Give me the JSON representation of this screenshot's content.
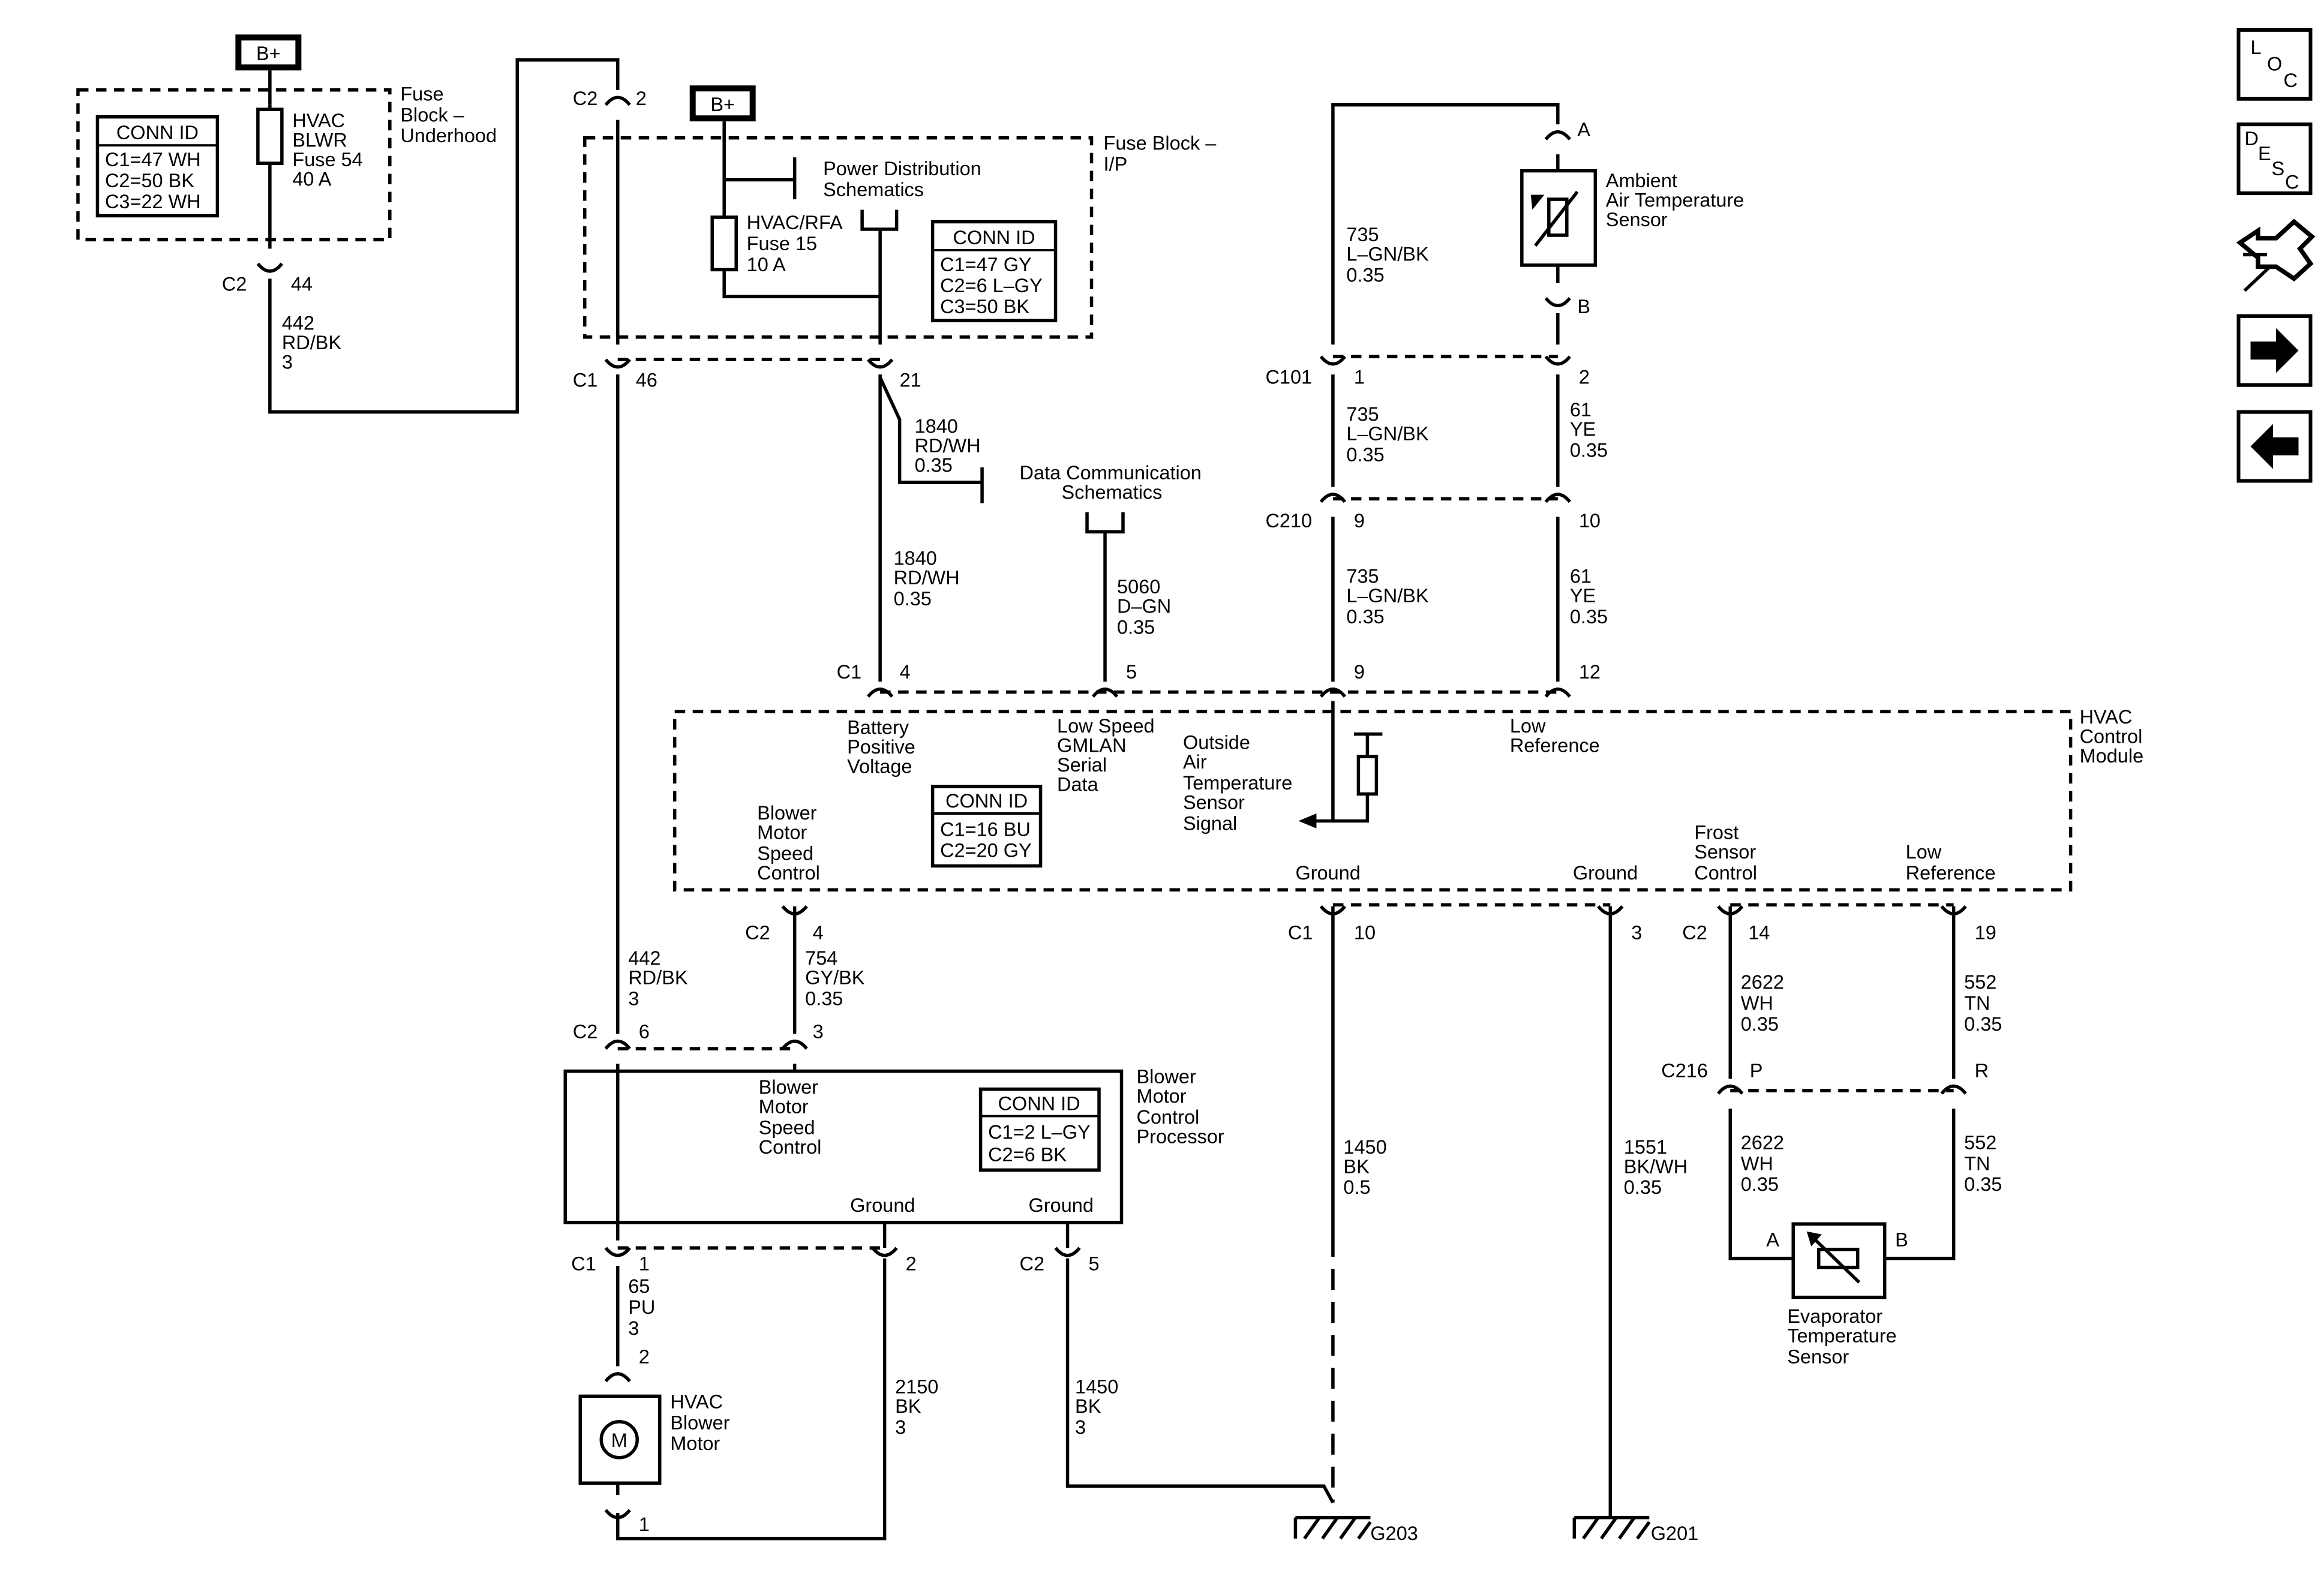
{
  "power": {
    "bplus": "B+"
  },
  "fuse_block_underhood": {
    "title": [
      "Fuse",
      "Block –",
      "Underhood"
    ],
    "conn_header": "CONN ID",
    "conn": [
      "C1=47 WH",
      "C2=50 BK",
      "C3=22 WH"
    ],
    "fuse": [
      "HVAC",
      "BLWR",
      "Fuse 54",
      "40 A"
    ]
  },
  "fuse_block_ip": {
    "title": [
      "Fuse Block –",
      "I/P"
    ],
    "fuse": [
      "HVAC/RFA",
      "Fuse 15",
      "10 A"
    ],
    "power_dist": [
      "Power Distribution",
      "Schematics"
    ],
    "conn_header": "CONN ID",
    "conn": [
      "C1=47 GY",
      "C2=6 L–GY",
      "C3=50 BK"
    ]
  },
  "data_comm": [
    "Data Communication",
    "Schematics"
  ],
  "ambient_sensor": [
    "Ambient",
    "Air Temperature",
    "Sensor"
  ],
  "hvac_module": {
    "title": [
      "HVAC",
      "Control",
      "Module"
    ],
    "conn_header": "CONN ID",
    "conn": [
      "C1=16 BU",
      "C2=20 GY"
    ],
    "battery": [
      "Battery",
      "Positive",
      "Voltage"
    ],
    "gmlan": [
      "Low Speed",
      "GMLAN",
      "Serial",
      "Data"
    ],
    "oat": [
      "Outside",
      "Air",
      "Temperature",
      "Sensor",
      "Signal"
    ],
    "low_ref_top": [
      "Low",
      "Reference"
    ],
    "blower_speed": [
      "Blower",
      "Motor",
      "Speed",
      "Control"
    ],
    "ground": "Ground",
    "frost": [
      "Frost",
      "Sensor",
      "Control"
    ],
    "low_ref_bottom": [
      "Low",
      "Reference"
    ]
  },
  "blower_processor": {
    "title": [
      "Blower",
      "Motor",
      "Control",
      "Processor"
    ],
    "speed": [
      "Blower",
      "Motor",
      "Speed",
      "Control"
    ],
    "conn_header": "CONN ID",
    "conn": [
      "C1=2 L–GY",
      "C2=6 BK"
    ],
    "ground": "Ground"
  },
  "blower_motor": {
    "symbol": "M",
    "label": [
      "HVAC",
      "Blower",
      "Motor"
    ]
  },
  "evap_sensor": [
    "Evaporator",
    "Temperature",
    "Sensor"
  ],
  "grounds": {
    "g203": "G203",
    "g201": "G201"
  },
  "connectors": {
    "C1": "C1",
    "C2": "C2",
    "C101": "C101",
    "C210": "C210",
    "C216": "C216",
    "p1": "1",
    "p2": "2",
    "p3": "3",
    "p4": "4",
    "p5": "5",
    "p6": "6",
    "p9": "9",
    "p10": "10",
    "p12": "12",
    "p14": "14",
    "p19": "19",
    "p21": "21",
    "p44": "44",
    "p46": "46",
    "pA": "A",
    "pB": "B",
    "pP": "P",
    "pR": "R"
  },
  "wires": {
    "w442": [
      "442",
      "RD/BK",
      "3"
    ],
    "w1840": [
      "1840",
      "RD/WH",
      "0.35"
    ],
    "w5060": [
      "5060",
      "D–GN",
      "0.35"
    ],
    "w735": [
      "735",
      "L–GN/BK",
      "0.35"
    ],
    "w61": [
      "61",
      "YE",
      "0.35"
    ],
    "w754": [
      "754",
      "GY/BK",
      "0.35"
    ],
    "w1450a": [
      "1450",
      "BK",
      "0.5"
    ],
    "w1450b": [
      "1450",
      "BK",
      "3"
    ],
    "w1551": [
      "1551",
      "BK/WH",
      "0.35"
    ],
    "w2622": [
      "2622",
      "WH",
      "0.35"
    ],
    "w552": [
      "552",
      "TN",
      "0.35"
    ],
    "w65": [
      "65",
      "PU",
      "3"
    ],
    "w2150": [
      "2150",
      "BK",
      "3"
    ]
  },
  "nav": {
    "loc": [
      "L",
      "O",
      "C"
    ],
    "desc": [
      "D",
      "E",
      "S",
      "C"
    ]
  },
  "icons": {
    "loc": "loc-icon",
    "desc": "desc-icon",
    "connector_end_view": "connector-end-view-icon",
    "next": "arrow-right-icon",
    "prev": "arrow-left-icon"
  }
}
